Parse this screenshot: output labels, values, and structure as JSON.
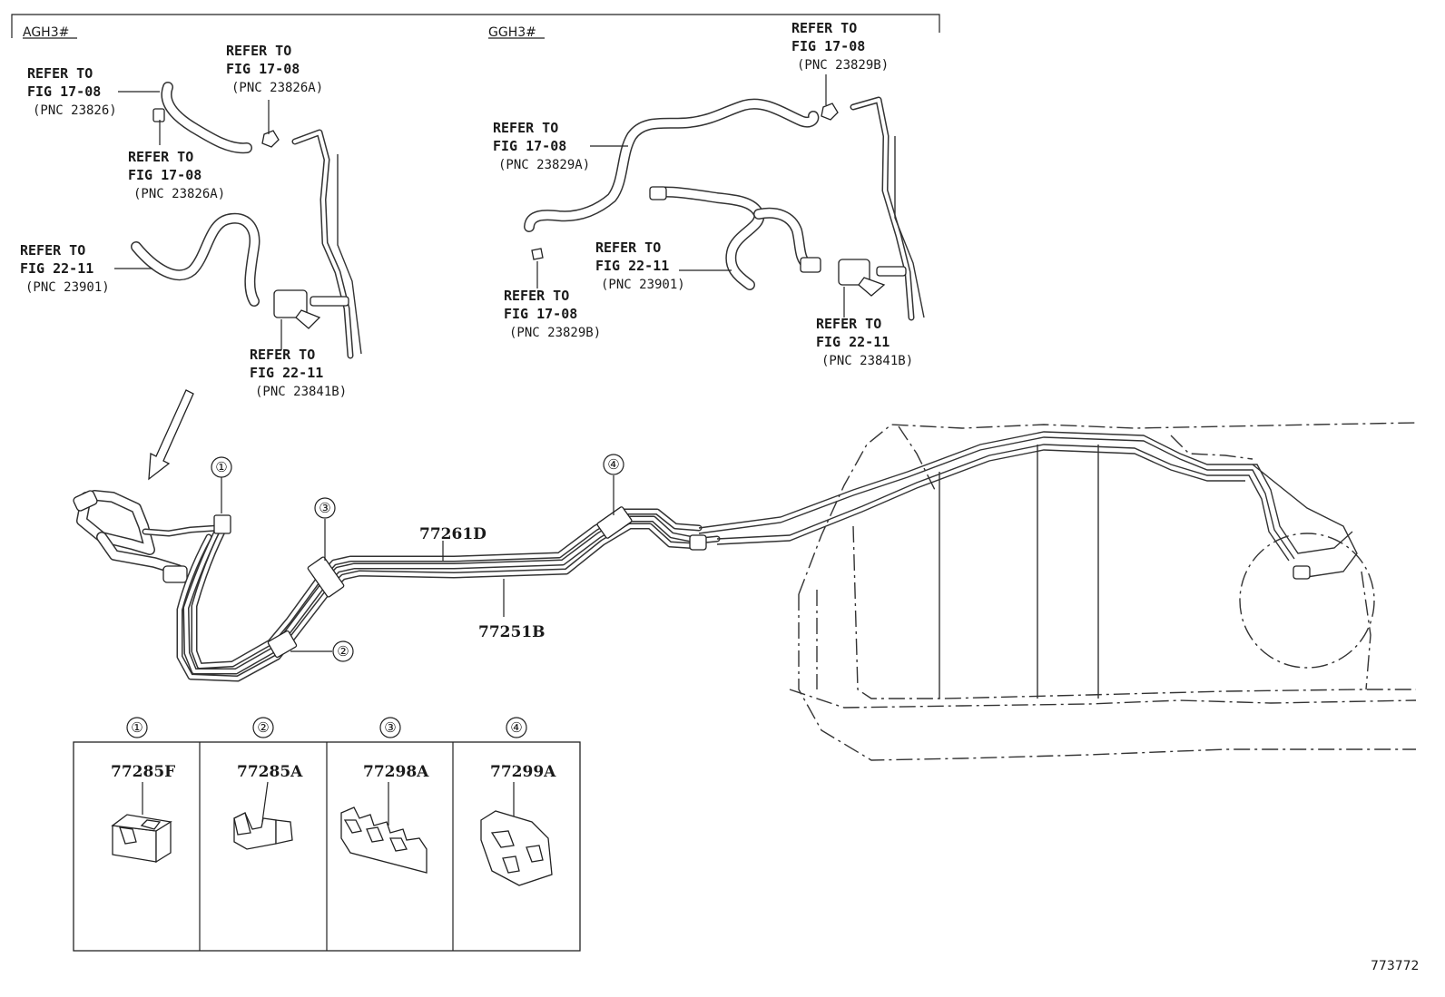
{
  "headers": {
    "left": "AGH3#",
    "right": "GGH3#"
  },
  "callouts": [
    {
      "l1": "REFER TO",
      "l2": "FIG 17-08",
      "l3": "(PNC 23826)"
    },
    {
      "l1": "REFER TO",
      "l2": "FIG 17-08",
      "l3": "(PNC 23826A)"
    },
    {
      "l1": "REFER TO",
      "l2": "FIG 17-08",
      "l3": "(PNC 23826A)"
    },
    {
      "l1": "REFER TO",
      "l2": "FIG 22-11",
      "l3": "(PNC 23901)"
    },
    {
      "l1": "REFER TO",
      "l2": "FIG 22-11",
      "l3": "(PNC 23841B)"
    },
    {
      "l1": "REFER TO",
      "l2": "FIG 17-08",
      "l3": "(PNC 23829B)"
    },
    {
      "l1": "REFER TO",
      "l2": "FIG 17-08",
      "l3": "(PNC 23829A)"
    },
    {
      "l1": "REFER TO",
      "l2": "FIG 22-11",
      "l3": "(PNC 23901)"
    },
    {
      "l1": "REFER TO",
      "l2": "FIG 17-08",
      "l3": "(PNC 23829B)"
    },
    {
      "l1": "REFER TO",
      "l2": "FIG 22-11",
      "l3": "(PNC 23841B)"
    }
  ],
  "parts": {
    "upper_pipe": "77261D",
    "lower_pipe": "77251B"
  },
  "markers": [
    "①",
    "②",
    "③",
    "④"
  ],
  "legend": [
    {
      "marker": "①",
      "part": "77285F"
    },
    {
      "marker": "②",
      "part": "77285A"
    },
    {
      "marker": "③",
      "part": "77298A"
    },
    {
      "marker": "④",
      "part": "77299A"
    }
  ],
  "illustration_id": "773772"
}
